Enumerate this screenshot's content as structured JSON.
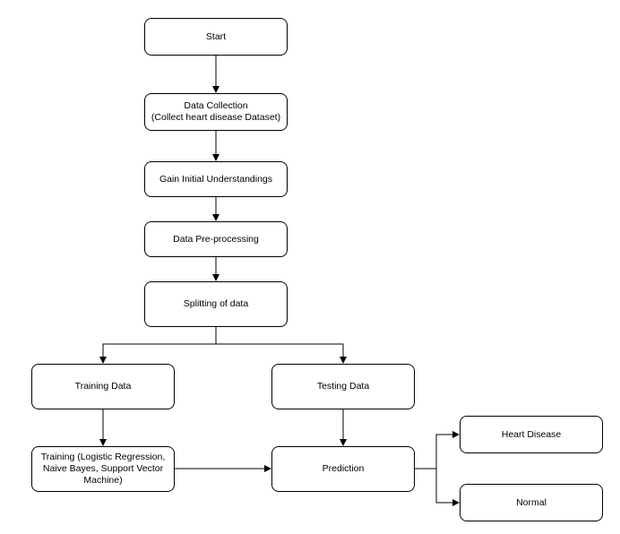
{
  "flowchart": {
    "nodes": {
      "start": "Start",
      "data_collection": "Data Collection\n(Collect heart disease Dataset)",
      "gain_understandings": "Gain Initial Understandings",
      "preprocessing": "Data Pre-processing",
      "splitting": "Splitting of data",
      "training_data": "Training Data",
      "testing_data": "Testing Data",
      "training": "Training (Logistic Regression,\nNaive Bayes, Support Vector\nMachine)",
      "prediction": "Prediction",
      "heart_disease": "Heart Disease",
      "normal": "Normal"
    },
    "edges": [
      {
        "from": "start",
        "to": "data_collection"
      },
      {
        "from": "data_collection",
        "to": "gain_understandings"
      },
      {
        "from": "gain_understandings",
        "to": "preprocessing"
      },
      {
        "from": "preprocessing",
        "to": "splitting"
      },
      {
        "from": "splitting",
        "to": "training_data"
      },
      {
        "from": "splitting",
        "to": "testing_data"
      },
      {
        "from": "training_data",
        "to": "training"
      },
      {
        "from": "testing_data",
        "to": "prediction"
      },
      {
        "from": "training",
        "to": "prediction"
      },
      {
        "from": "prediction",
        "to": "heart_disease"
      },
      {
        "from": "prediction",
        "to": "normal"
      }
    ],
    "colors": {
      "stroke": "#000000",
      "fill": "#ffffff",
      "text": "#000000"
    }
  }
}
